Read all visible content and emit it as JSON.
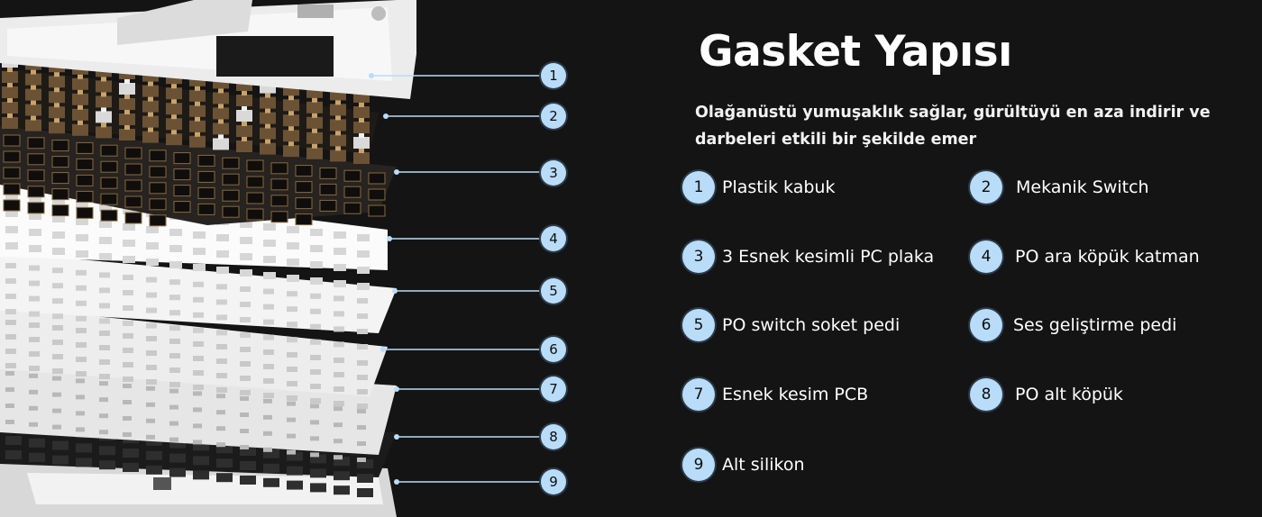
{
  "header": {
    "title": "Gasket Yapısı",
    "subtitle": "Olağanüstü yumuşaklık sağlar, gürültüyü en aza indirir ve darbeleri etkili bir şekilde emer"
  },
  "callouts": [
    {
      "number": "1"
    },
    {
      "number": "2"
    },
    {
      "number": "3"
    },
    {
      "number": "4"
    },
    {
      "number": "5"
    },
    {
      "number": "6"
    },
    {
      "number": "7"
    },
    {
      "number": "8"
    },
    {
      "number": "9"
    }
  ],
  "legend": [
    {
      "number": "1",
      "label": "Plastik kabuk"
    },
    {
      "number": "2",
      "label": "Mekanik Switch"
    },
    {
      "number": "3",
      "label": "3 Esnek kesimli PC plaka"
    },
    {
      "number": "4",
      "label": "PO ara köpük katman"
    },
    {
      "number": "5",
      "label": "PO switch soket pedi"
    },
    {
      "number": "6",
      "label": "Ses geliştirme pedi"
    },
    {
      "number": "7",
      "label": "Esnek kesim PCB"
    },
    {
      "number": "8",
      "label": "PO alt köpük"
    },
    {
      "number": "9",
      "label": "Alt silikon"
    }
  ],
  "colors": {
    "background": "#141414",
    "badge": "#b9dcf9",
    "leader_line": "#b9dcf9",
    "shell": "#e9e9e9",
    "switch_housing": "#6b5234",
    "pc_plate": "#2b2621",
    "foam": "#f0f0f0",
    "pcb": "#1a1a1a",
    "silicone": "#dcdcdc"
  }
}
